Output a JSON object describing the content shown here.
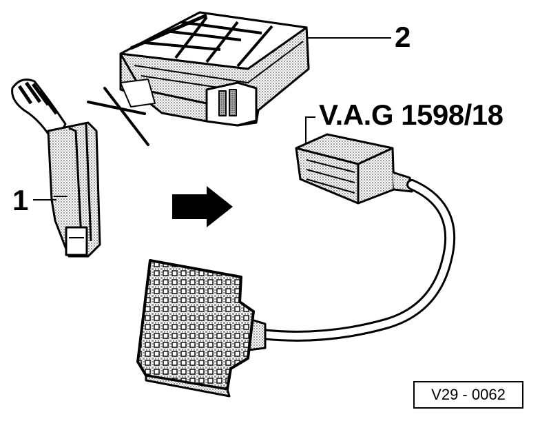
{
  "labels": {
    "harness_connector": "1",
    "control_unit": "2",
    "adapter_cable": "V.A.G 1598/18"
  },
  "figure_id": "V29 - 0062"
}
